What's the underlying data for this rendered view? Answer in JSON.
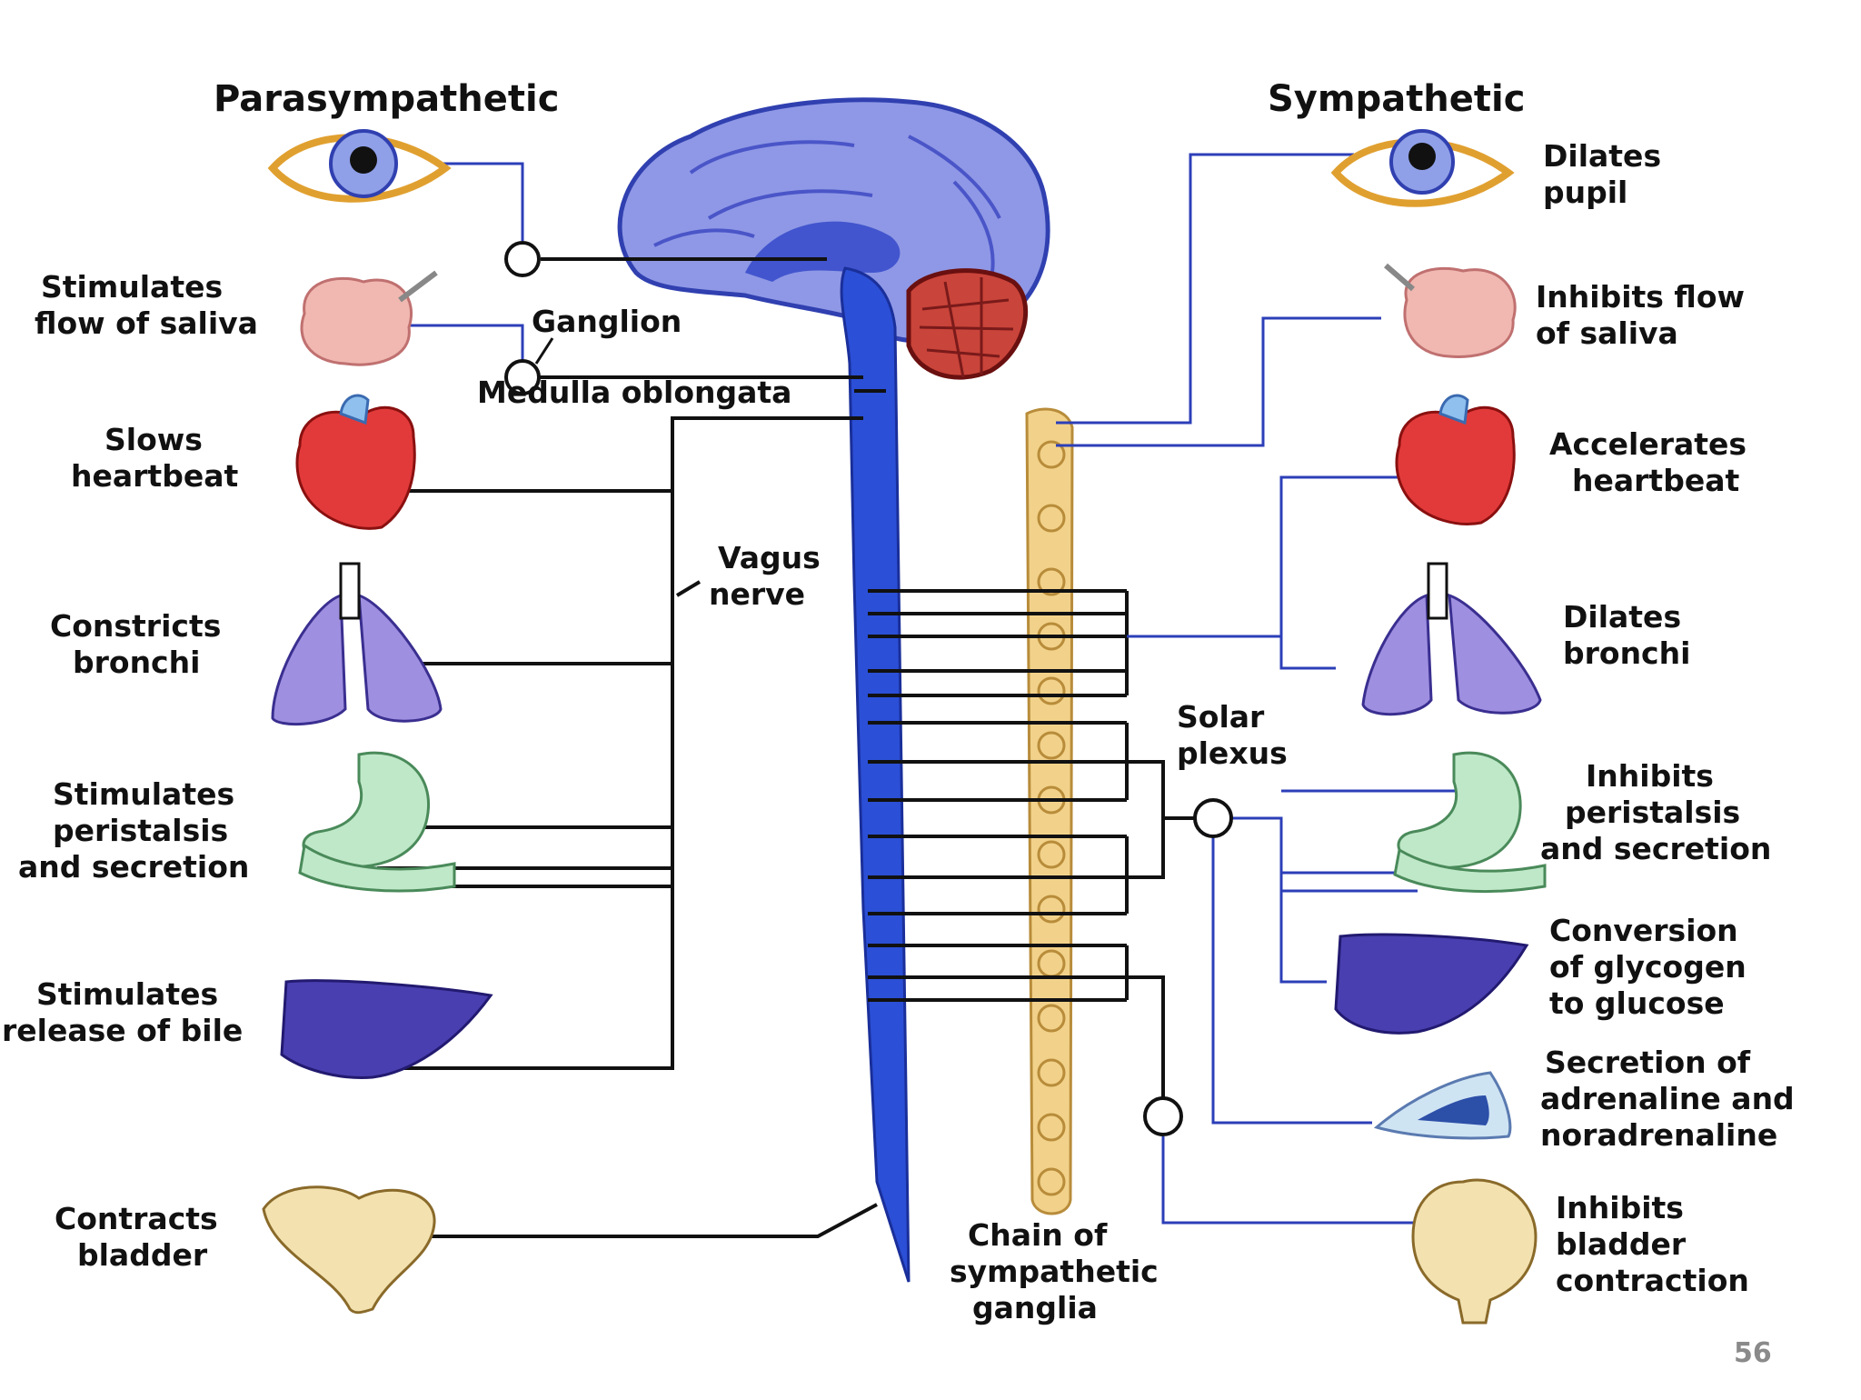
{
  "headings": {
    "parasympathetic": "Parasympathetic",
    "sympathetic": "Sympathetic"
  },
  "center_labels": {
    "ganglion": "Ganglion",
    "medulla": "Medulla oblongata",
    "vagus": [
      "Vagus",
      "nerve"
    ],
    "solar_plexus": [
      "Solar",
      "plexus"
    ],
    "chain": [
      "Chain of",
      "sympathetic",
      "ganglia"
    ]
  },
  "parasympathetic_effects": [
    [
      "Stimulates",
      "flow of saliva"
    ],
    [
      "Slows",
      "heartbeat"
    ],
    [
      "Constricts",
      "bronchi"
    ],
    [
      "Stimulates",
      "peristalsis",
      "and secretion"
    ],
    [
      "Stimulates",
      "release of bile"
    ],
    [
      "Contracts",
      "bladder"
    ]
  ],
  "sympathetic_effects": [
    [
      "Dilates",
      "pupil"
    ],
    [
      "Inhibits flow",
      "of saliva"
    ],
    [
      "Accelerates",
      "heartbeat"
    ],
    [
      "Dilates",
      "bronchi"
    ],
    [
      "Inhibits",
      "peristalsis",
      "and secretion"
    ],
    [
      "Conversion",
      "of glycogen",
      "to glucose"
    ],
    [
      "Secretion of",
      "adrenaline and",
      "noradrenaline"
    ],
    [
      "Inhibits",
      "bladder",
      "contraction"
    ]
  ],
  "page_number": "56",
  "colors": {
    "nerve": "#2b4fd6",
    "wire": "#111111",
    "blue_wire": "#2c3fb8",
    "brain": "#8f98e6",
    "cerebellum": "#c9443a",
    "chain": "#f2d28a",
    "heart": "#e23a3a",
    "lung": "#9f8fe0",
    "stomach": "#bfe8c8",
    "liver": "#4a3fb0",
    "bladder": "#f3e2b0",
    "gland": "#f0b8b0"
  }
}
